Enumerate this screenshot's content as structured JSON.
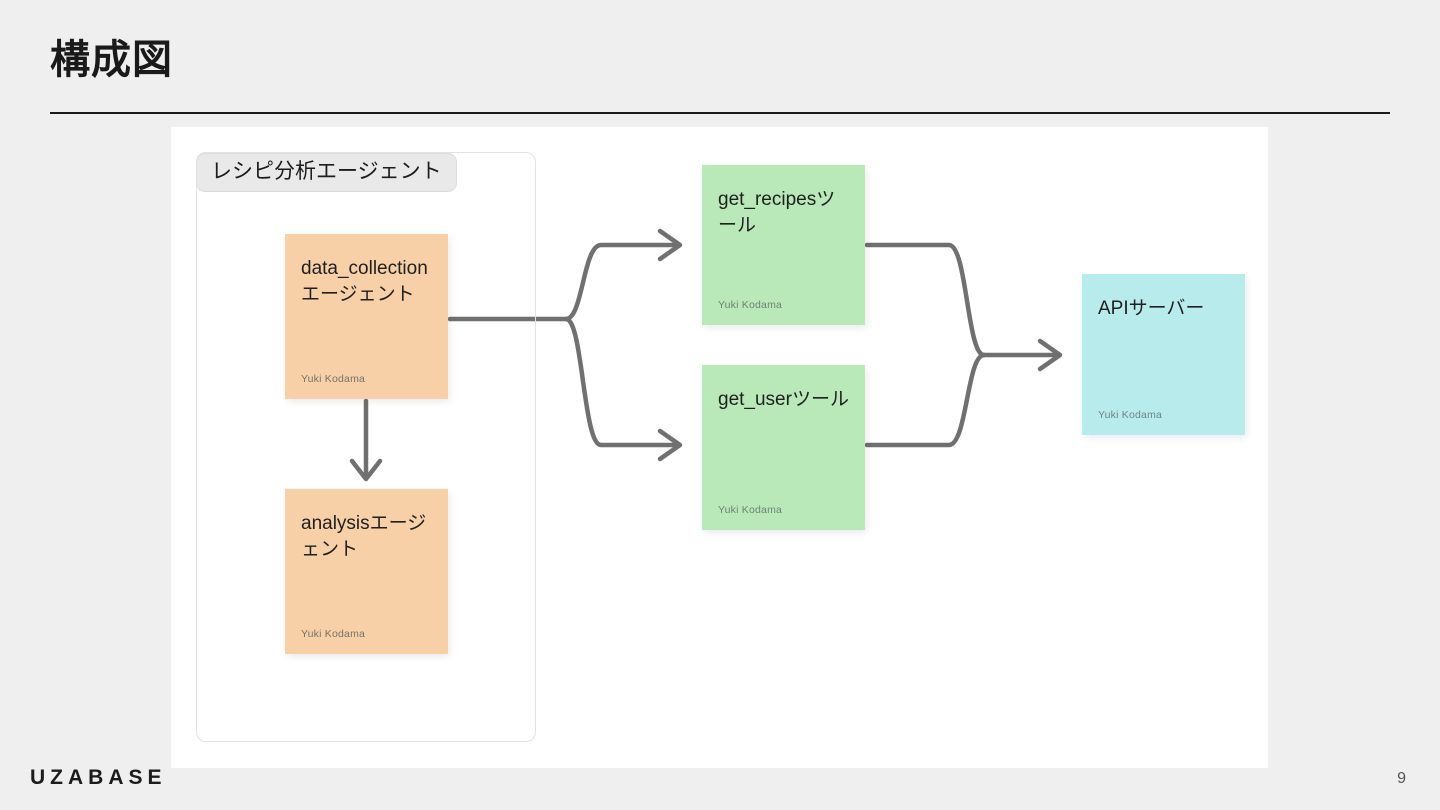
{
  "slide": {
    "title": "構成図",
    "page_number": "9",
    "logo": "UZABASE"
  },
  "diagram": {
    "group": {
      "label": "レシピ分析エージェント"
    },
    "nodes": [
      {
        "id": "data-collection",
        "title": "data_collectionエージェント",
        "author": "Yuki Kodama",
        "color": "#f7d0a8"
      },
      {
        "id": "analysis",
        "title": "analysisエージェント",
        "author": "Yuki Kodama",
        "color": "#f7d0a8"
      },
      {
        "id": "get-recipes",
        "title": "get_recipesツール",
        "author": "Yuki Kodama",
        "color": "#b9e8b9"
      },
      {
        "id": "get-user",
        "title": "get_userツール",
        "author": "Yuki Kodama",
        "color": "#b9e8b9"
      },
      {
        "id": "api-server",
        "title": "APIサーバー",
        "author": "Yuki Kodama",
        "color": "#b8ecec"
      }
    ],
    "edges": [
      {
        "from": "data-collection",
        "to": "analysis"
      },
      {
        "from": "data-collection",
        "to": "get-recipes"
      },
      {
        "from": "data-collection",
        "to": "get-user"
      },
      {
        "from": "get-recipes",
        "to": "api-server"
      },
      {
        "from": "get-user",
        "to": "api-server"
      }
    ],
    "colors": {
      "connector": "#707070",
      "canvas": "#ffffff",
      "background": "#efefef",
      "group_label_bg": "#e9e9e9"
    }
  }
}
